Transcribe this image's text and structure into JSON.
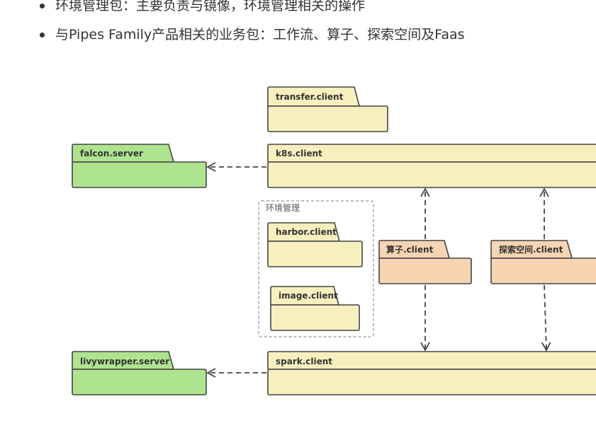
{
  "bullets": [
    {
      "text": "环境管理包：主要负责与镜像，环境管理相关的操作"
    },
    {
      "text": "与Pipes Family产品相关的业务包：工作流、算子、探索空间及Faas"
    }
  ],
  "diagram": {
    "colors": {
      "yellow": "#f8efbf",
      "green": "#aee38f",
      "orange": "#f7d4b2",
      "stroke": "#444444"
    },
    "packages": {
      "transfer": "transfer.client",
      "k8s": "k8s.client",
      "falcon": "falcon.server",
      "harbor": "harbor.client",
      "image": "image.client",
      "operator": "算子.client",
      "explore": "探索空间.client",
      "livy": "livywrapper.server",
      "spark": "spark.client"
    },
    "group_label": "环境管理"
  }
}
